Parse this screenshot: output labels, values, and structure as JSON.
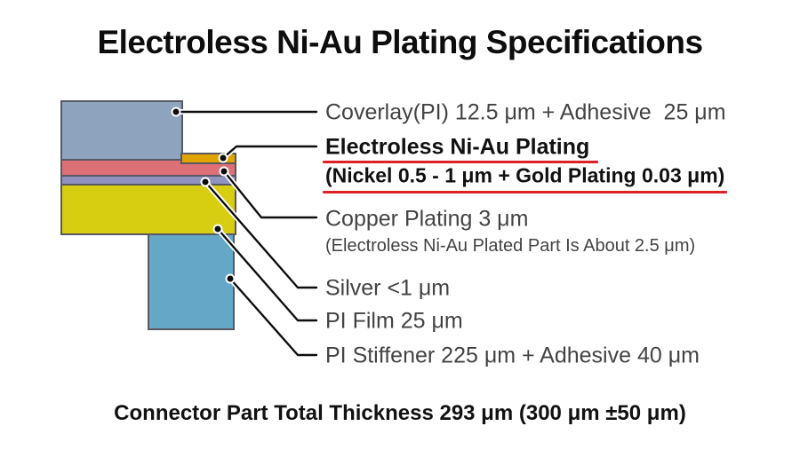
{
  "title": "Electroless Ni-Au Plating Specifications",
  "diagram": {
    "outline_color": "#585862",
    "layers": [
      {
        "name": "coverlay",
        "color": "#8ea3bd"
      },
      {
        "name": "electroless-ni-au",
        "color": "#e2a400"
      },
      {
        "name": "copper-plating",
        "color": "#dd7077"
      },
      {
        "name": "silver",
        "color": "#8e93c0"
      },
      {
        "name": "pi-film",
        "color": "#d7cd11"
      },
      {
        "name": "pi-stiffener",
        "color": "#64a7c6"
      }
    ]
  },
  "labels": {
    "coverlay": "Coverlay(PI) 12.5 μm + Adhesive  25 μm",
    "ni_au_title": "Electroless Ni-Au Plating",
    "ni_au_detail": "(Nickel 0.5 - 1 μm + Gold Plating 0.03 μm)",
    "copper": "Copper Plating 3 μm",
    "copper_note": "(Electroless Ni-Au Plated Part Is About 2.5 μm)",
    "silver": "Silver <1 μm",
    "pi_film": "PI Film 25 μm",
    "pi_stiffener": "PI Stiffener 225 μm + Adhesive 40 μm"
  },
  "underline_color": "#dd2127",
  "footer": "Connector Part Total Thickness 293 μm (300 μm ±50 μm)"
}
